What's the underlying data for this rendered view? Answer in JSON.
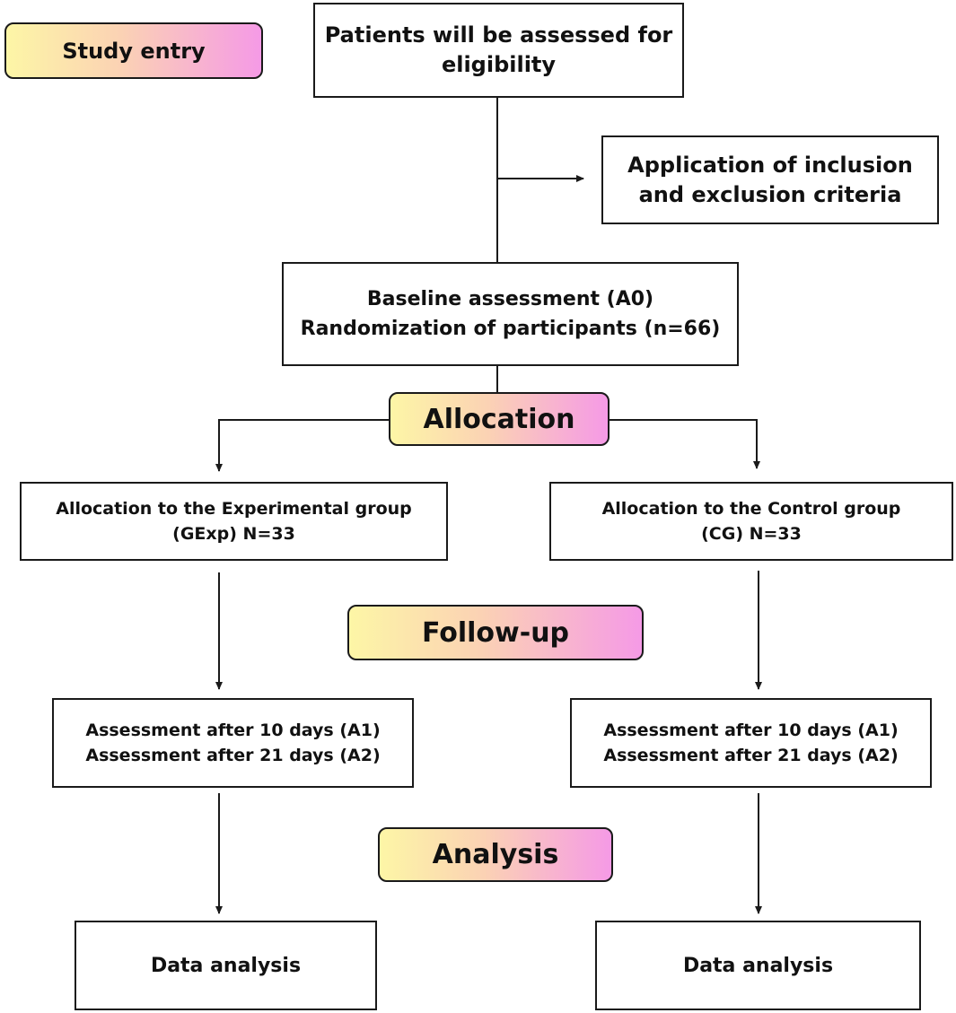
{
  "stages": {
    "study_entry": "Study entry",
    "allocation": "Allocation",
    "follow_up": "Follow-up",
    "analysis": "Analysis"
  },
  "boxes": {
    "eligibility": [
      "Patients will be assessed for",
      "eligibility"
    ],
    "criteria": [
      "Application of inclusion",
      "and exclusion criteria"
    ],
    "baseline": [
      "Baseline assessment (A0)",
      "Randomization of participants (n=66)"
    ],
    "experimental_group": [
      "Allocation to the Experimental group",
      "(GExp) N=33"
    ],
    "control_group": [
      "Allocation to the Control group",
      "(CG) N=33"
    ],
    "assessment_left": [
      "Assessment after 10 days (A1)",
      "Assessment after 21 days (A2)"
    ],
    "assessment_right": [
      "Assessment after 10 days (A1)",
      "Assessment after 21 days (A2)"
    ],
    "data_analysis_left": "Data analysis",
    "data_analysis_right": "Data analysis"
  },
  "colors": {
    "stage_gradient_start": "#fdf6a6",
    "stage_gradient_mid": "#fbd2b4",
    "stage_gradient_end": "#f59ae6",
    "line": "#1a1a1a"
  }
}
